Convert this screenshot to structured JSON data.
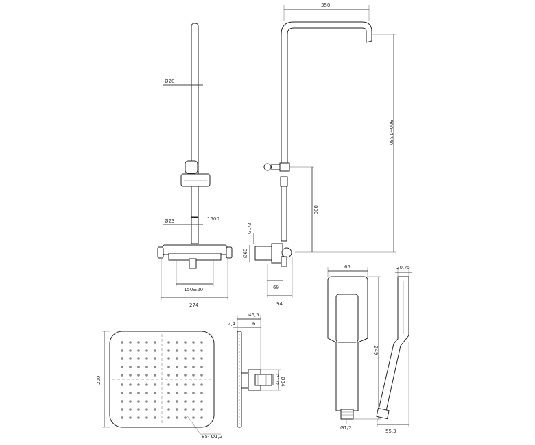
{
  "dimensions": {
    "rod_top_width": "350",
    "rod_height": "900÷1330",
    "pipe_diameter": "Ø20",
    "bar_diameter": "Ø23",
    "bar_length": "1500",
    "thread_left": "G1/2",
    "connector_diameter": "Ø60",
    "mount_height": "800",
    "spacing": "150±20",
    "mixer_width": "274",
    "offset_69": "69",
    "offset_94": "94",
    "handshower_head_width": "65",
    "handshower_depth": "20,75",
    "handshower_length": "249",
    "handshower_thread": "G1/2",
    "handshower_side_depth": "55,3",
    "head_size": "200",
    "head_holes": "85- Ø1,2",
    "head_thickness": "2,4",
    "arm_length": "46,5",
    "arm_offset": "6",
    "arm_diameter": "Ø34",
    "arm_thread": "G1/2"
  }
}
